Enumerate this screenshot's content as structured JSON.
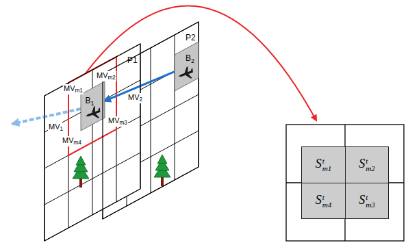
{
  "diagram": {
    "nodes": [
      {
        "text": [
          "P1"
        ]
      },
      {
        "text": [
          "B1"
        ],
        "in": 0
      },
      {
        "text": [
          "P2"
        ]
      },
      {
        "text": [
          "B2"
        ],
        "in": 2
      },
      {
        "text": [
          "Stm1"
        ]
      },
      {
        "text": [
          "Stm2"
        ]
      },
      {
        "text": [
          "Stm4"
        ]
      },
      {
        "text": [
          "Stm3"
        ]
      }
    ],
    "edges": [
      {
        "from": 3,
        "to": 1,
        "arrow": "to"
      }
    ],
    "labels": [
      "MVm1",
      "MVm2",
      "MVm3",
      "MVm4",
      "MV1",
      "MV2"
    ]
  }
}
